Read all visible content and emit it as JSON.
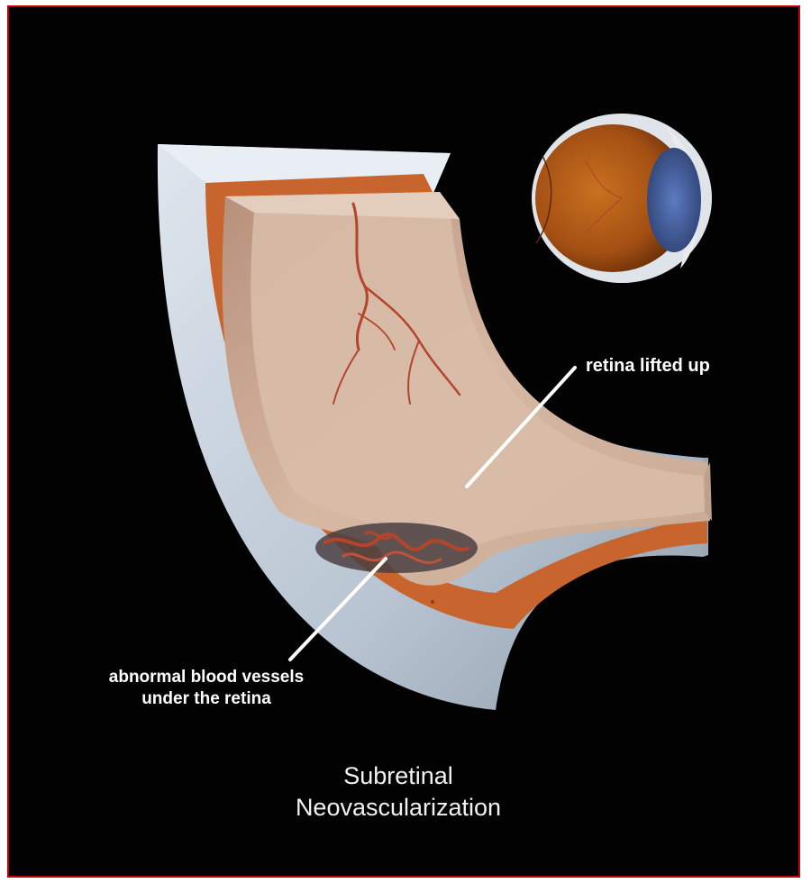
{
  "diagram": {
    "labels": {
      "retina_lifted": "retina lifted up",
      "vessels_line1": "abnormal blood vessels",
      "vessels_line2": "under the retina"
    },
    "title": {
      "line1": "Subretinal",
      "line2": "Neovascularization"
    },
    "colors": {
      "background": "#020203",
      "border": "#c00000",
      "sclera": "#c9d3de",
      "choroid": "#c8652e",
      "retina": "#c9a48c",
      "vessel": "#b5442c",
      "label_text": "#ffffff"
    }
  }
}
